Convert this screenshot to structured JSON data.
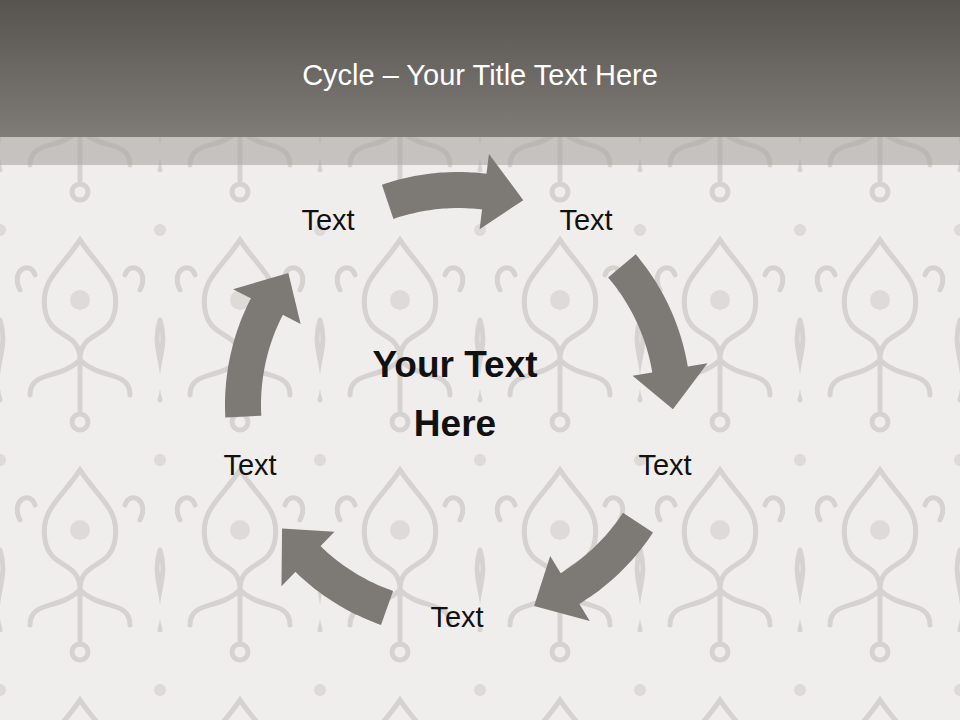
{
  "diagram": {
    "title": "Cycle – Your Title Text Here",
    "nodes": [
      {
        "text": [
          "Text"
        ]
      },
      {
        "text": [
          "Text"
        ]
      },
      {
        "text": [
          "Text"
        ]
      },
      {
        "text": [
          "Text"
        ]
      },
      {
        "text": [
          "Text"
        ]
      }
    ],
    "edges": [
      {
        "from": 0,
        "to": 1,
        "arrow": "to"
      },
      {
        "from": 1,
        "to": 2,
        "arrow": "to"
      },
      {
        "from": 2,
        "to": 3,
        "arrow": "to"
      },
      {
        "from": 3,
        "to": 4,
        "arrow": "to"
      },
      {
        "from": 4,
        "to": 0,
        "arrow": "to"
      }
    ],
    "labels": [
      "Your Text Here"
    ]
  }
}
